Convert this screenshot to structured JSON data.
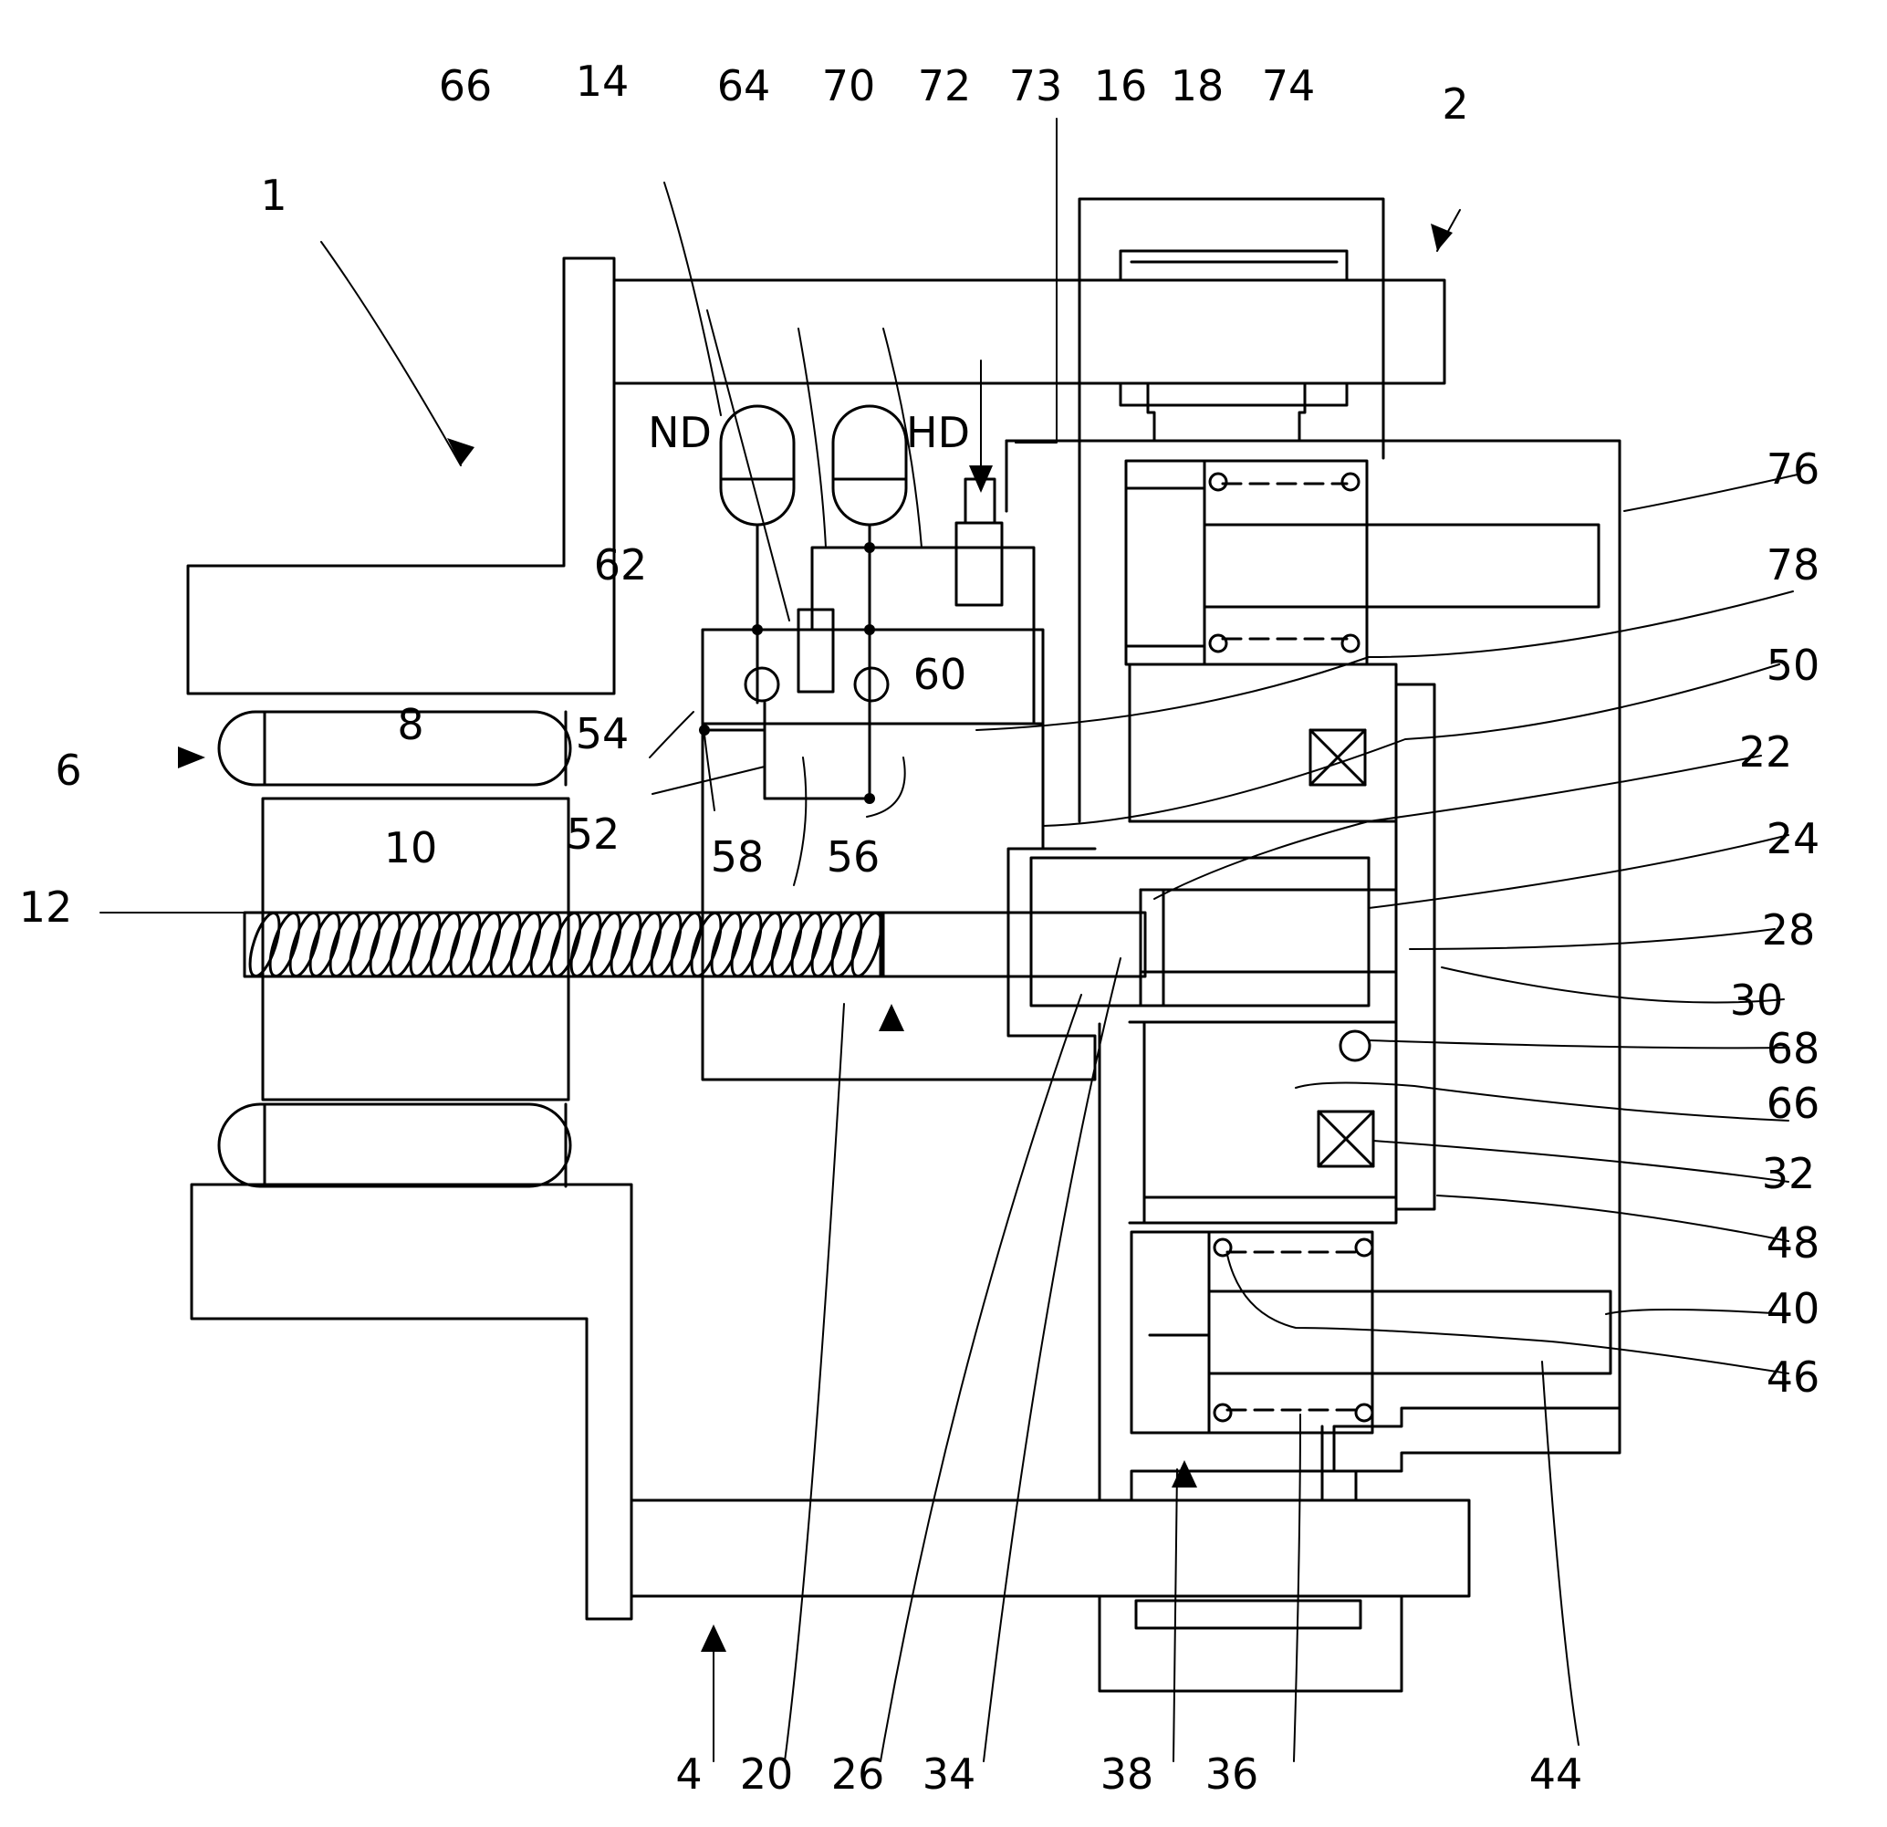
{
  "figure": {
    "line_color": "#000000",
    "background": "#ffffff",
    "accumulator_labels": {
      "low_pressure": "ND",
      "high_pressure": "HD"
    },
    "reference_numerals": [
      "1",
      "2",
      "4",
      "6",
      "8",
      "10",
      "12",
      "14",
      "16",
      "18",
      "20",
      "22",
      "24",
      "26",
      "28",
      "30",
      "32",
      "34",
      "36",
      "38",
      "40",
      "44",
      "46",
      "48",
      "50",
      "52",
      "54",
      "56",
      "58",
      "60",
      "62",
      "64",
      "66",
      "66",
      "68",
      "70",
      "72",
      "73",
      "74",
      "76",
      "78"
    ]
  }
}
